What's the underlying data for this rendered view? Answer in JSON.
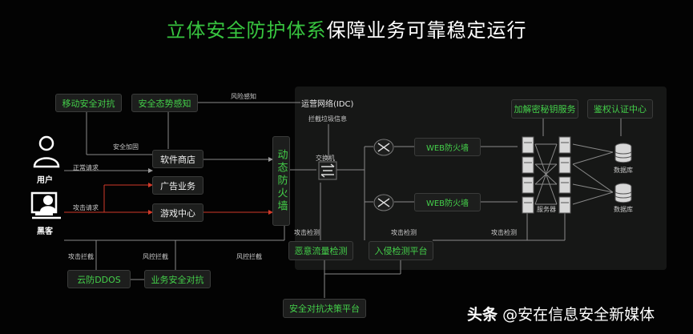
{
  "title": {
    "highlight": "立体安全防护体系",
    "rest": "保障业务可靠稳定运行"
  },
  "colors": {
    "accent": "#37c43f",
    "panel": "#161716",
    "box": "#1d1e1d",
    "line": "#8a8a8a",
    "red_arrow": "#d23a2a"
  },
  "actors": {
    "user_label": "用户",
    "hacker_label": "黑客",
    "user_icon": "user-icon",
    "hacker_icon": "hacker-icon"
  },
  "boxes": {
    "mobile_security": "移动安全对抗",
    "situation_awareness": "安全态势感知",
    "app_store": "软件商店",
    "ad_business": "广告业务",
    "game_center": "游戏中心",
    "dynamic_firewall": "动态防火墙",
    "cloud_ddos": "云防DDOS",
    "business_security": "业务安全对抗",
    "malicious_traffic": "恶意流量检测",
    "intrusion_detection": "入侵检测平台",
    "decision_platform": "安全对抗决策平台",
    "web_firewall_1": "WEB防火墙",
    "web_firewall_2": "WEB防火墙",
    "key_service": "加解密秘钥服务",
    "auth_center": "鉴权认证中心"
  },
  "labels": {
    "risk_sense": "风险感知",
    "idc_network": "运营网络(IDC)",
    "intercept_info": "拦截垃圾信息",
    "security_hardening": "安全加固",
    "normal_request": "正常请求",
    "attack_request": "攻击请求",
    "switch": "交换机",
    "server": "服务器",
    "database_1": "数据库",
    "database_2": "数据库",
    "attack_detect_1": "攻击检测",
    "attack_detect_2": "攻击检测",
    "attack_detect_3": "攻击检测",
    "attack_block": "攻击拦截",
    "risk_block_1": "风控拦截",
    "risk_block_2": "风控拦截"
  },
  "watermark": {
    "brand": "头条",
    "handle": "@安在信息安全新媒体"
  }
}
